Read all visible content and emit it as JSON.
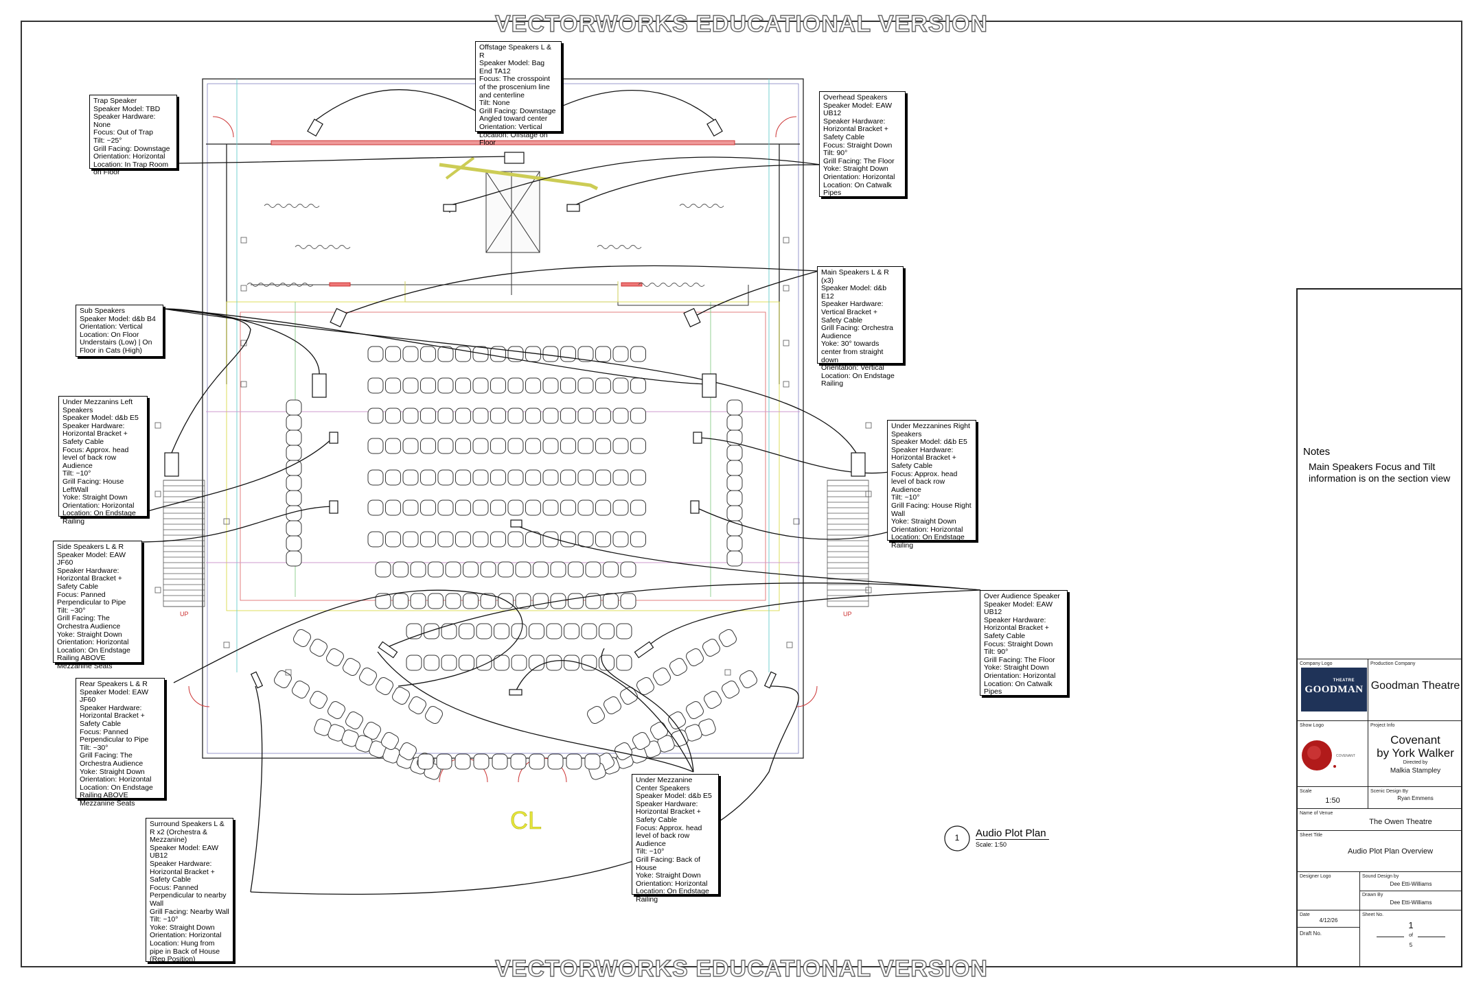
{
  "watermark": "VECTORWORKS EDUCATIONAL VERSION",
  "callouts": {
    "offstage": "Offstage Speakers L & R\nSpeaker Model: Bag End TA12\nFocus: The crosspoint of the proscenium line and centerline\nTilt: None\nGrill Facing: Downstage Angled toward center\nOrientation: Vertical\nLocation: Offstage on Floor",
    "trap": "Trap Speaker\nSpeaker Model: TBD\nSpeaker Hardware: None\nFocus: Out of Trap\nTilt: ~25°\nGrill Facing: Downstage\nOrientation: Horizontal\nLocation: In Trap Room on Floor",
    "overhead": "Overhead Speakers\nSpeaker Model: EAW UB12\nSpeaker Hardware: Horizontal Bracket + Safety Cable\nFocus: Straight Down\nTilt: 90°\nGrill Facing: The Floor\nYoke: Straight Down\nOrientation: Horizontal\nLocation: On Catwalk Pipes",
    "main": "Main Speakers L & R (x3)\nSpeaker Model: d&b E12\nSpeaker Hardware: Vertical Bracket + Safety Cable\nGrill Facing: Orchestra Audience\nYoke: 30° towards center from straight down\nOrientation: Vertical\nLocation: On Endstage Railing",
    "sub": "Sub Speakers\nSpeaker Model: d&b B4\nOrientation: Vertical\nLocation: On Floor Understairs (Low) | On Floor in Cats (High)",
    "mezz_left": "Under Mezzanins Left Speakers\nSpeaker Model: d&b E5\nSpeaker Hardware: Horizontal Bracket + Safety Cable\nFocus: Approx. head level of back row Audience\nTilt: ~10°\nGrill Facing: House LeftWall\nYoke: Straight Down\nOrientation: Horizontal\nLocation: On Endstage Railing",
    "mezz_right": "Under Mezzanines Right Speakers\nSpeaker Model: d&b E5\nSpeaker Hardware: Horizontal Bracket + Safety Cable\nFocus: Approx. head level of back row Audience\nTilt: ~10°\nGrill Facing: House Right Wall\nYoke: Straight Down\nOrientation: Horizontal\nLocation: On Endstage Railing",
    "side": "Side Speakers L & R\nSpeaker Model: EAW JF60\nSpeaker Hardware: Horizontal Bracket + Safety Cable\nFocus: Panned Perpendicular to Pipe\nTilt: ~30°\nGrill Facing: The Orchestra Audience\nYoke: Straight Down\nOrientation: Horizontal\nLocation: On Endstage Railing ABOVE Mezzanine Seats",
    "over_aud": "Over Audience Speaker\nSpeaker Model: EAW UB12\nSpeaker Hardware: Horizontal Bracket + Safety Cable\nFocus: Straight Down\nTilt: 90°\nGrill Facing: The Floor\nYoke: Straight Down\nOrientation: Horizontal\nLocation: On Catwalk Pipes",
    "rear": "Rear Speakers L & R\nSpeaker Model: EAW JF60\nSpeaker Hardware: Horizontal Bracket + Safety Cable\nFocus: Panned Perpendicular to Pipe\nTilt: ~30°\nGrill Facing: The Orchestra Audience\nYoke: Straight Down\nOrientation: Horizontal\nLocation: On Endstage Railing ABOVE Mezzanine Seats",
    "mezz_center": "Under Mezzanine Center Speakers\nSpeaker Model: d&b E5\nSpeaker Hardware: Horizontal Bracket + Safety Cable\nFocus: Approx. head level of back row Audience\nTilt: ~10°\nGrill Facing: Back of House\nYoke: Straight Down\nOrientation: Horizontal\nLocation: On Endstage Railing",
    "surround": "Surround Speakers L & R x2 (Orchestra & Mezzanine)\nSpeaker Model: EAW UB12\nSpeaker Hardware: Horizontal Bracket + Safety Cable\nFocus:  Panned Perpendicular to nearby Wall\nGrill Facing: Nearby Wall\nTilt: ~10°\nYoke: Straight Down\nOrientation: Horizontal\nLocation: Hung from pipe in Back of House (Rep Position)"
  },
  "plan_labels": {
    "centerline": "CL",
    "up_left": "UP",
    "up_right": "UP"
  },
  "view": {
    "number": "1",
    "title": "Audio Plot Plan",
    "scale": "Scale: 1:50"
  },
  "title_block": {
    "notes_title": "Notes",
    "notes_body": "Main Speakers Focus and Tilt information is on the section view",
    "company_logo_label": "Company Logo",
    "company_logo_text": "GOODMAN",
    "company_logo_small": "THEATRE",
    "production_company_label": "Production Company",
    "production_company": "Goodman Theatre",
    "show_logo_label": "Show Logo",
    "show_logo_text": "COVENANT",
    "project_info_label": "Project Info",
    "show_title_1": "Covenant",
    "show_title_2": "by York Walker",
    "directed_by_label": "Directed by",
    "director": "Malkia Stampley",
    "scale_label": "Scale",
    "scale": "1:50",
    "scenic_label": "Scenic Design By",
    "scenic": "Ryan Emmens",
    "venue_label": "Name of Venue",
    "venue": "The Owen Theatre",
    "sheet_title_label": "Sheet Title",
    "sheet_title": "Audio Plot Plan Overview",
    "designer_logo_label": "Designer Logo",
    "sound_label": "Sound Design by",
    "sound": "Dee Etti-Williams",
    "drawn_label": "Drawn By",
    "drawn": "Dee Etti-Williams",
    "date_label": "Date",
    "date": "4/12/26",
    "draft_label": "Draft No.",
    "sheet_no_label": "Sheet No.",
    "sheet_no": "1",
    "of_label": "of",
    "sheet_total": "5"
  }
}
